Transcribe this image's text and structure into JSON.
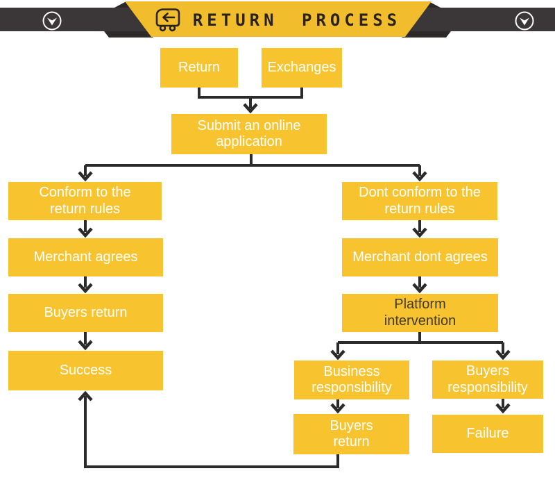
{
  "header": {
    "title": "RETURN PROCESS",
    "banner_icon": "return-truck-icon",
    "left_icon": "chevron-down-circle-icon",
    "right_icon": "chevron-down-circle-icon"
  },
  "colors": {
    "accent_yellow": "#F7C42F",
    "banner_yellow": "#F1BD2D",
    "bar_dark": "#3B3637",
    "fold_dark": "#2E2A29",
    "connector": "#2B2B2B",
    "node_text": "#FFFFFF",
    "node_text_dark": "#43392A",
    "title_text": "#2A2220"
  },
  "flowchart": {
    "nodes": [
      {
        "id": "return",
        "label": "Return"
      },
      {
        "id": "exchanges",
        "label": "Exchanges"
      },
      {
        "id": "submit_application",
        "label": "Submit an online application"
      },
      {
        "id": "conform_rules",
        "label": "Conform to the return rules"
      },
      {
        "id": "dont_conform_rules",
        "label": "Dont conform to the return rules"
      },
      {
        "id": "merchant_agrees",
        "label": "Merchant agrees"
      },
      {
        "id": "merchant_dont_agrees",
        "label": "Merchant dont agrees"
      },
      {
        "id": "buyers_return",
        "label": "Buyers return"
      },
      {
        "id": "platform_intervention",
        "label": "Platform intervention"
      },
      {
        "id": "success",
        "label": "Success"
      },
      {
        "id": "business_responsibility",
        "label": "Business responsibility"
      },
      {
        "id": "buyers_responsibility",
        "label": "Buyers responsibility"
      },
      {
        "id": "buyers_return_2",
        "label": "Buyers return"
      },
      {
        "id": "failure",
        "label": "Failure"
      }
    ],
    "edges": [
      {
        "from": "return",
        "to": "submit_application"
      },
      {
        "from": "exchanges",
        "to": "submit_application"
      },
      {
        "from": "submit_application",
        "to": "conform_rules"
      },
      {
        "from": "submit_application",
        "to": "dont_conform_rules"
      },
      {
        "from": "conform_rules",
        "to": "merchant_agrees"
      },
      {
        "from": "merchant_agrees",
        "to": "buyers_return"
      },
      {
        "from": "buyers_return",
        "to": "success"
      },
      {
        "from": "dont_conform_rules",
        "to": "merchant_dont_agrees"
      },
      {
        "from": "merchant_dont_agrees",
        "to": "platform_intervention"
      },
      {
        "from": "platform_intervention",
        "to": "business_responsibility"
      },
      {
        "from": "platform_intervention",
        "to": "buyers_responsibility"
      },
      {
        "from": "business_responsibility",
        "to": "buyers_return_2"
      },
      {
        "from": "buyers_responsibility",
        "to": "failure"
      },
      {
        "from": "buyers_return_2",
        "to": "success"
      }
    ]
  }
}
